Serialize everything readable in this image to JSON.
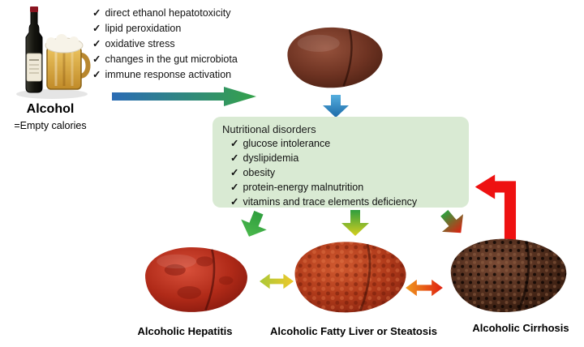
{
  "alcohol": {
    "label": "Alcohol",
    "sublabel": "=Empty calories"
  },
  "check": "✓",
  "mechanisms": {
    "items": [
      "direct ethanol hepatotoxicity",
      "lipid peroxidation",
      "oxidative stress",
      "changes in the gut microbiota",
      "immune response activation"
    ]
  },
  "nutritional": {
    "title": "Nutritional disorders",
    "items": [
      "glucose intolerance",
      "dyslipidemia",
      "obesity",
      "protein-energy malnutrition",
      "vitamins and trace elements deficiency"
    ]
  },
  "stages": {
    "hepatitis": "Alcoholic Hepatitis",
    "steatosis": "Alcoholic Fatty Liver or Steatosis",
    "cirrhosis": "Alcoholic Cirrhosis"
  },
  "colors": {
    "arrow_blue": "#2e86c8",
    "arrow_green": "#2f9e3e",
    "arrow_yellow": "#eec82a",
    "arrow_orange": "#f09a1e",
    "arrow_red": "#ee1111",
    "box_green": "#d9ead3",
    "healthy_liver": "#6e3322",
    "hepatitis_liver": "#b02a18",
    "steatosis_liver": "#b03a1a",
    "cirrhosis_liver": "#4c2a1a"
  }
}
